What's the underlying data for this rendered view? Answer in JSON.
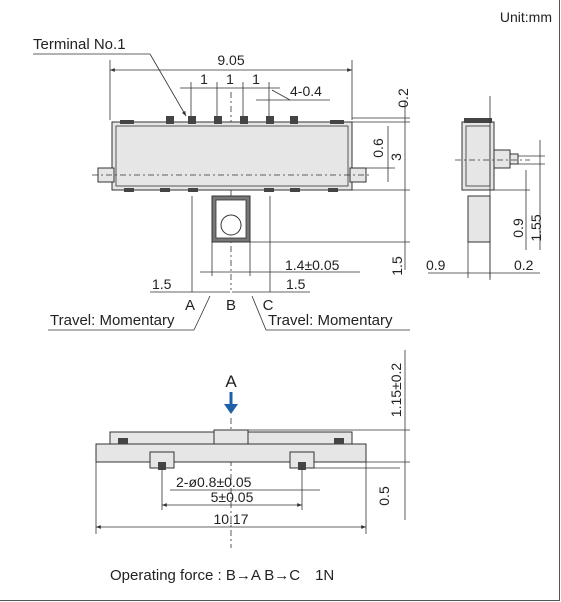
{
  "unit_label": "Unit:mm",
  "terminal_label": "Terminal No.1",
  "dims": {
    "width_total": "9.05",
    "pitch1": "1",
    "pitch2": "1",
    "pitch3": "1",
    "term_width": "4-0.4",
    "top_gap": "0.2",
    "h06": "0.6",
    "h3": "3",
    "knob_len": "1.5",
    "knob_w": "1.4±0.05",
    "travel_left": "1.5",
    "travel_right": "1.5",
    "side_09": "0.9",
    "side_155": "1.55",
    "side_09b": "0.9",
    "side_02": "0.2",
    "bottom_height": "1.15±0.2",
    "hole": "2-ø0.8±0.05",
    "hole_pitch": "5±0.05",
    "bottom_width": "10.17",
    "bottom_05": "0.5"
  },
  "positions": {
    "a": "A",
    "b": "B",
    "c": "C"
  },
  "travel_left_label": "Travel: Momentary",
  "travel_right_label": "Travel: Momentary",
  "arrow_label": "A",
  "operating_force": "Operating force : B→A B→C　1N",
  "colors": {
    "arrow": "#1f5fa8",
    "line": "#333333",
    "body": "#e6e6e6"
  }
}
